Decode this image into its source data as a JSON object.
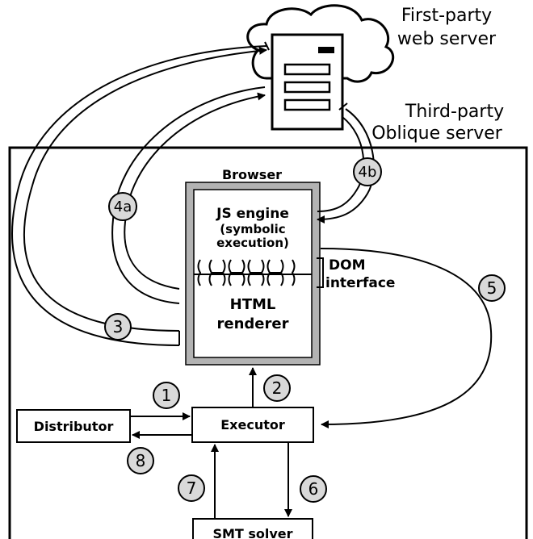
{
  "labels": {
    "first_party_line1": "First-party",
    "first_party_line2": "web server",
    "third_party_line1": "Third-party",
    "third_party_line2": "Oblique server",
    "browser": "Browser",
    "js_engine_line1": "JS engine",
    "js_engine_line2": "(symbolic",
    "js_engine_line3": "execution)",
    "dom_line1": "DOM",
    "dom_line2": "interface",
    "html_renderer_line1": "HTML",
    "html_renderer_line2": "renderer",
    "distributor": "Distributor",
    "executor": "Executor",
    "smt_solver": "SMT solver"
  },
  "steps": [
    "1",
    "2",
    "3",
    "4a",
    "4b",
    "5",
    "6",
    "7",
    "8"
  ],
  "colors": {
    "stroke": "#000000",
    "browser_frame": "#b3b3b3",
    "step_circle_fill": "#d9d9d9"
  },
  "icons": [
    "cloud-icon",
    "server-icon"
  ]
}
